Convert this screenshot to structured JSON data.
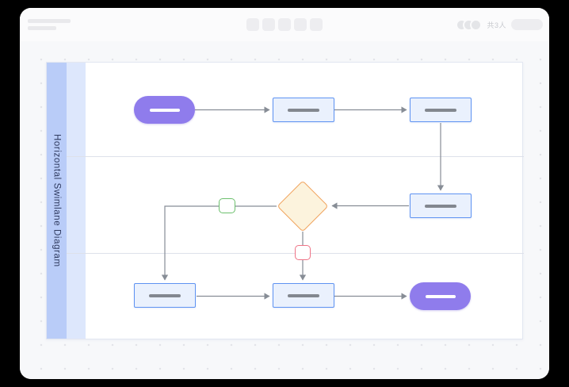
{
  "topbar": {
    "people_label": "共3人",
    "toolbar_buttons": 5,
    "avatars": 3
  },
  "diagram": {
    "title": "Horizontal Swimlane Diagram",
    "type": "flowchart-horizontal-swimlane",
    "lane_count": 3,
    "nodes": [
      {
        "id": "start",
        "kind": "terminator-start",
        "lane": 1
      },
      {
        "id": "process-1",
        "kind": "process",
        "lane": 1
      },
      {
        "id": "process-2",
        "kind": "process",
        "lane": 1
      },
      {
        "id": "process-3",
        "kind": "process",
        "lane": 2
      },
      {
        "id": "decision",
        "kind": "decision-diamond",
        "lane": 2
      },
      {
        "id": "label-green",
        "kind": "edge-label",
        "lane": 2
      },
      {
        "id": "label-red",
        "kind": "edge-label",
        "lane": 2
      },
      {
        "id": "process-4",
        "kind": "process",
        "lane": 3
      },
      {
        "id": "process-5",
        "kind": "process",
        "lane": 3
      },
      {
        "id": "end",
        "kind": "terminator-end",
        "lane": 3
      }
    ],
    "edges": [
      {
        "from": "start",
        "to": "process-1"
      },
      {
        "from": "process-1",
        "to": "process-2"
      },
      {
        "from": "process-2",
        "to": "process-3"
      },
      {
        "from": "process-3",
        "to": "decision"
      },
      {
        "from": "decision",
        "to": "process-4",
        "via": "label-green"
      },
      {
        "from": "decision",
        "to": "process-5",
        "via": "label-red"
      },
      {
        "from": "process-4",
        "to": "process-5"
      },
      {
        "from": "process-5",
        "to": "end"
      }
    ]
  },
  "colors": {
    "accent_purple": "#8f7cec",
    "process_fill": "#eaf1fd",
    "process_border": "#5f93f2",
    "decision_fill": "#fcf3dd",
    "decision_border": "#f0a45e",
    "label_green": "#6cc06d",
    "label_red": "#ee7386",
    "lane_title_bg": "#b9ccf8",
    "lane_subcol_bg": "#dde7fc",
    "connector": "#878d96",
    "title_text": "#2f3a5f"
  }
}
